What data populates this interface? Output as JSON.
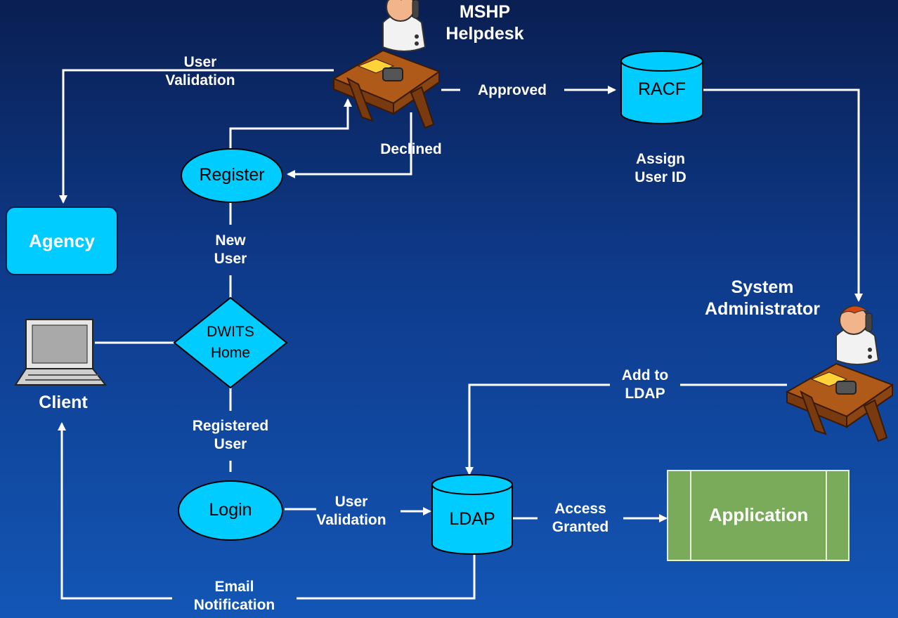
{
  "nodes": {
    "helpdesk": "MSHP Helpdesk",
    "helpdesk_line1": "MSHP",
    "helpdesk_line2": "Helpdesk",
    "racf": "RACF",
    "register": "Register",
    "agency": "Agency",
    "dwits_line1": "DWITS",
    "dwits_line2": "Home",
    "client": "Client",
    "login": "Login",
    "ldap": "LDAP",
    "application": "Application",
    "sysadmin_line1": "System",
    "sysadmin_line2": "Administrator"
  },
  "edges": {
    "user_validation_top_1": "User",
    "user_validation_top_2": "Validation",
    "approved": "Approved",
    "declined": "Declined",
    "assign_1": "Assign",
    "assign_2": "User ID",
    "new_user_1": "New",
    "new_user_2": "User",
    "registered_1": "Registered",
    "registered_2": "User",
    "add_ldap_1": "Add to",
    "add_ldap_2": "LDAP",
    "user_validation_bottom_1": "User",
    "user_validation_bottom_2": "Validation",
    "access_1": "Access",
    "access_2": "Granted",
    "email_1": "Email",
    "email_2": "Notification"
  },
  "colors": {
    "node_fill": "#00ccff",
    "application_fill": "#7aab5a",
    "connector": "#ffffff"
  }
}
